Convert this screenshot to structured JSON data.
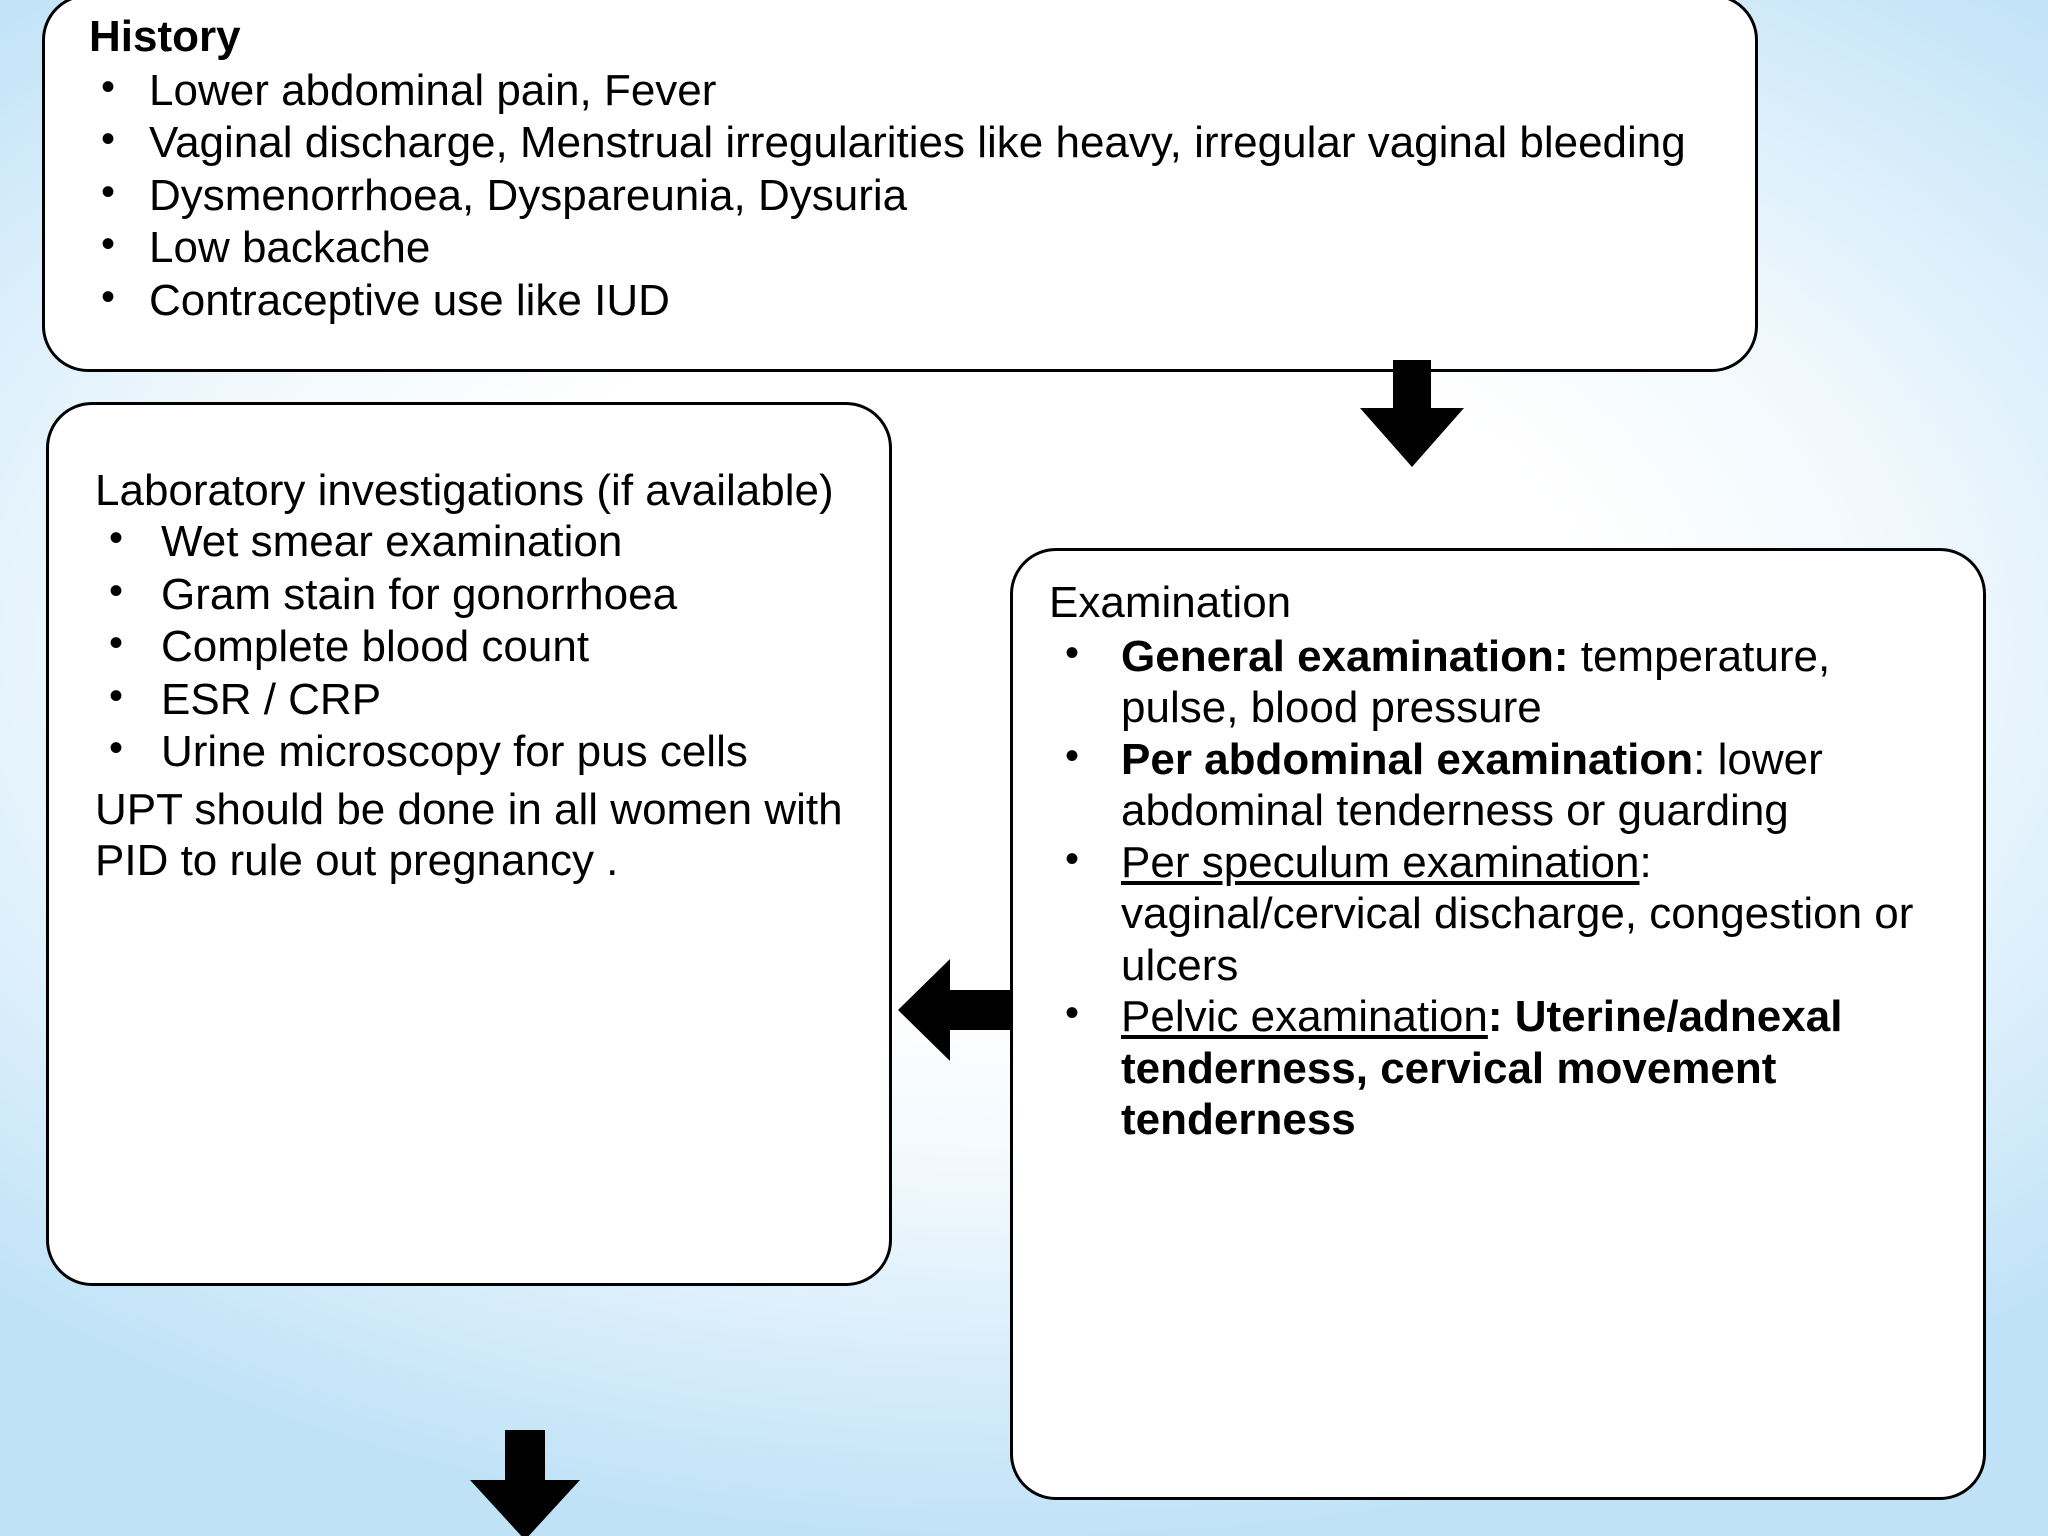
{
  "diagram": {
    "type": "flowchart",
    "title": "PID clinical assessment flow",
    "background_colors": {
      "edge_blue": "#a8d8f0",
      "center_white": "#ffffff",
      "box_fill": "#ffffff",
      "box_border": "#000000",
      "arrow_color": "#000000"
    }
  },
  "history": {
    "title": "History",
    "bullets": [
      "Lower abdominal pain, Fever",
      "Vaginal discharge, Menstrual irregularities like heavy, irregular vaginal bleeding",
      "Dysmenorrhoea, Dyspareunia, Dysuria",
      "Low backache",
      "Contraceptive use like IUD"
    ]
  },
  "laboratory": {
    "title": "Laboratory investigations (if available)",
    "bullets": [
      "Wet smear examination",
      "Gram stain for gonorrhoea",
      "Complete blood count",
      "ESR / CRP",
      "Urine microscopy for pus cells"
    ],
    "note": "UPT should be done in all women with PID  to rule out pregnancy ."
  },
  "examination": {
    "title": "Examination",
    "bullets": [
      {
        "label": "General examination:",
        "label_style": "bold",
        "detail": "temperature, pulse, blood pressure",
        "detail_style": "normal"
      },
      {
        "label": "Per abdominal examination",
        "label_style": "bold",
        "label_suffix": ":",
        "detail": "lower abdominal tenderness or guarding",
        "detail_style": "normal"
      },
      {
        "label": "Per speculum examination",
        "label_style": "underline",
        "label_suffix": ":",
        "detail": "vaginal/cervical discharge, congestion or ulcers",
        "detail_style": "normal"
      },
      {
        "label": "Pelvic examination",
        "label_style": "underline",
        "label_suffix": ":",
        "detail": "Uterine/adnexal tenderness, cervical movement tenderness",
        "detail_style": "bold"
      }
    ]
  },
  "arrows": [
    {
      "name": "history-to-examination",
      "direction": "down"
    },
    {
      "name": "examination-to-laboratory",
      "direction": "left"
    },
    {
      "name": "laboratory-to-next",
      "direction": "down"
    }
  ]
}
